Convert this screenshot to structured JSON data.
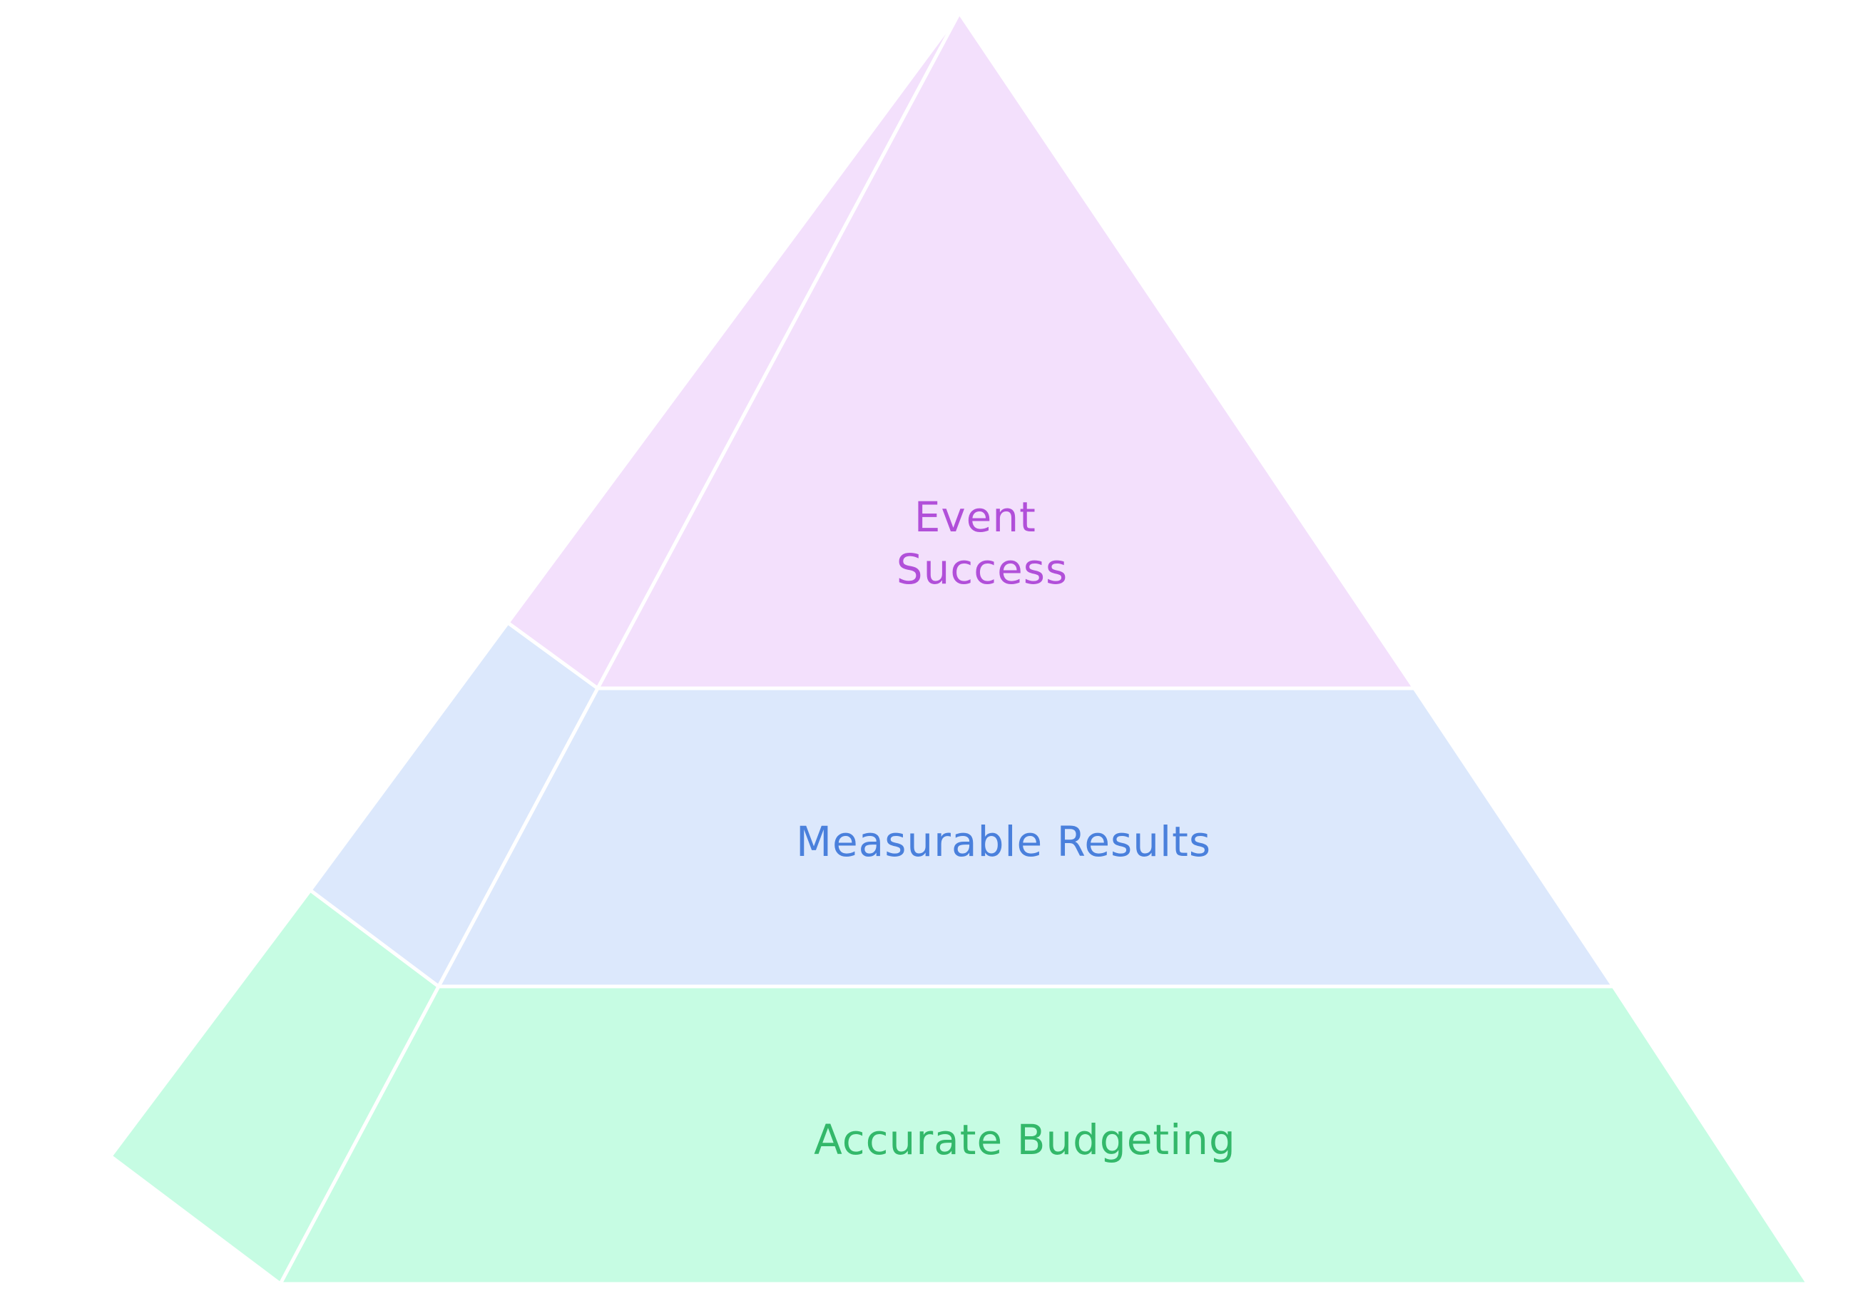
{
  "diagram": {
    "type": "pyramid",
    "tiers": [
      {
        "id": "top",
        "lines": [
          "Event",
          "Success"
        ],
        "front_color": "#f3e0fc",
        "side_color": "#f3e0fc",
        "text_color": "#b14fd9"
      },
      {
        "id": "middle",
        "lines": [
          "Measurable Results"
        ],
        "front_color": "#dce8fc",
        "side_color": "#dce8fc",
        "text_color": "#4a80dc"
      },
      {
        "id": "bottom",
        "lines": [
          "Accurate Budgeting"
        ],
        "front_color": "#c6fce3",
        "side_color": "#c6fce3",
        "text_color": "#33b86a"
      }
    ]
  }
}
